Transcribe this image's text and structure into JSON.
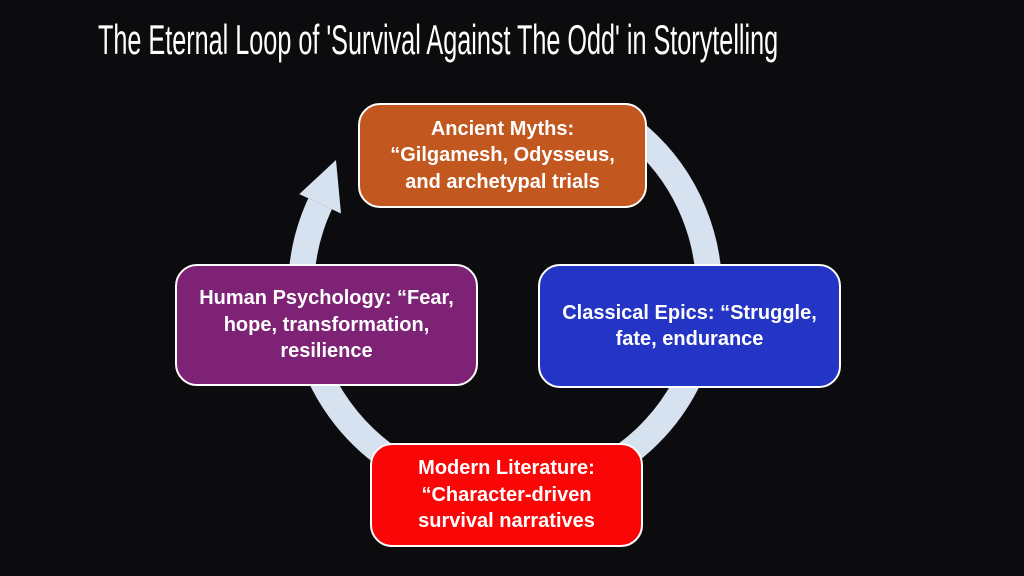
{
  "slide": {
    "title": "The Eternal Loop of 'Survival Against The Odd' in Storytelling",
    "title_color": "#ffffff",
    "background_color": "#0c0c0e"
  },
  "cycle": {
    "type": "cycle-diagram",
    "direction": "clockwise",
    "arrow_color": "#d6e2f0",
    "node_border_color": "#ffffff",
    "node_text_color": "#ffffff",
    "nodes": [
      {
        "id": "ancient-myths",
        "position": "top",
        "color": "#c2581f",
        "text": "Ancient Myths:\n“Gilgamesh, Odysseus,\nand archetypal trials"
      },
      {
        "id": "classical-epics",
        "position": "right",
        "color": "#2434c4",
        "text": "Classical Epics: “Struggle,\nfate, endurance"
      },
      {
        "id": "modern-literature",
        "position": "bottom",
        "color": "#fa0606",
        "text": "Modern Literature:\n“Character-driven\nsurvival narratives"
      },
      {
        "id": "human-psychology",
        "position": "left",
        "color": "#7e2276",
        "text": "Human Psychology: “Fear,\nhope, transformation,\nresilience"
      }
    ]
  }
}
